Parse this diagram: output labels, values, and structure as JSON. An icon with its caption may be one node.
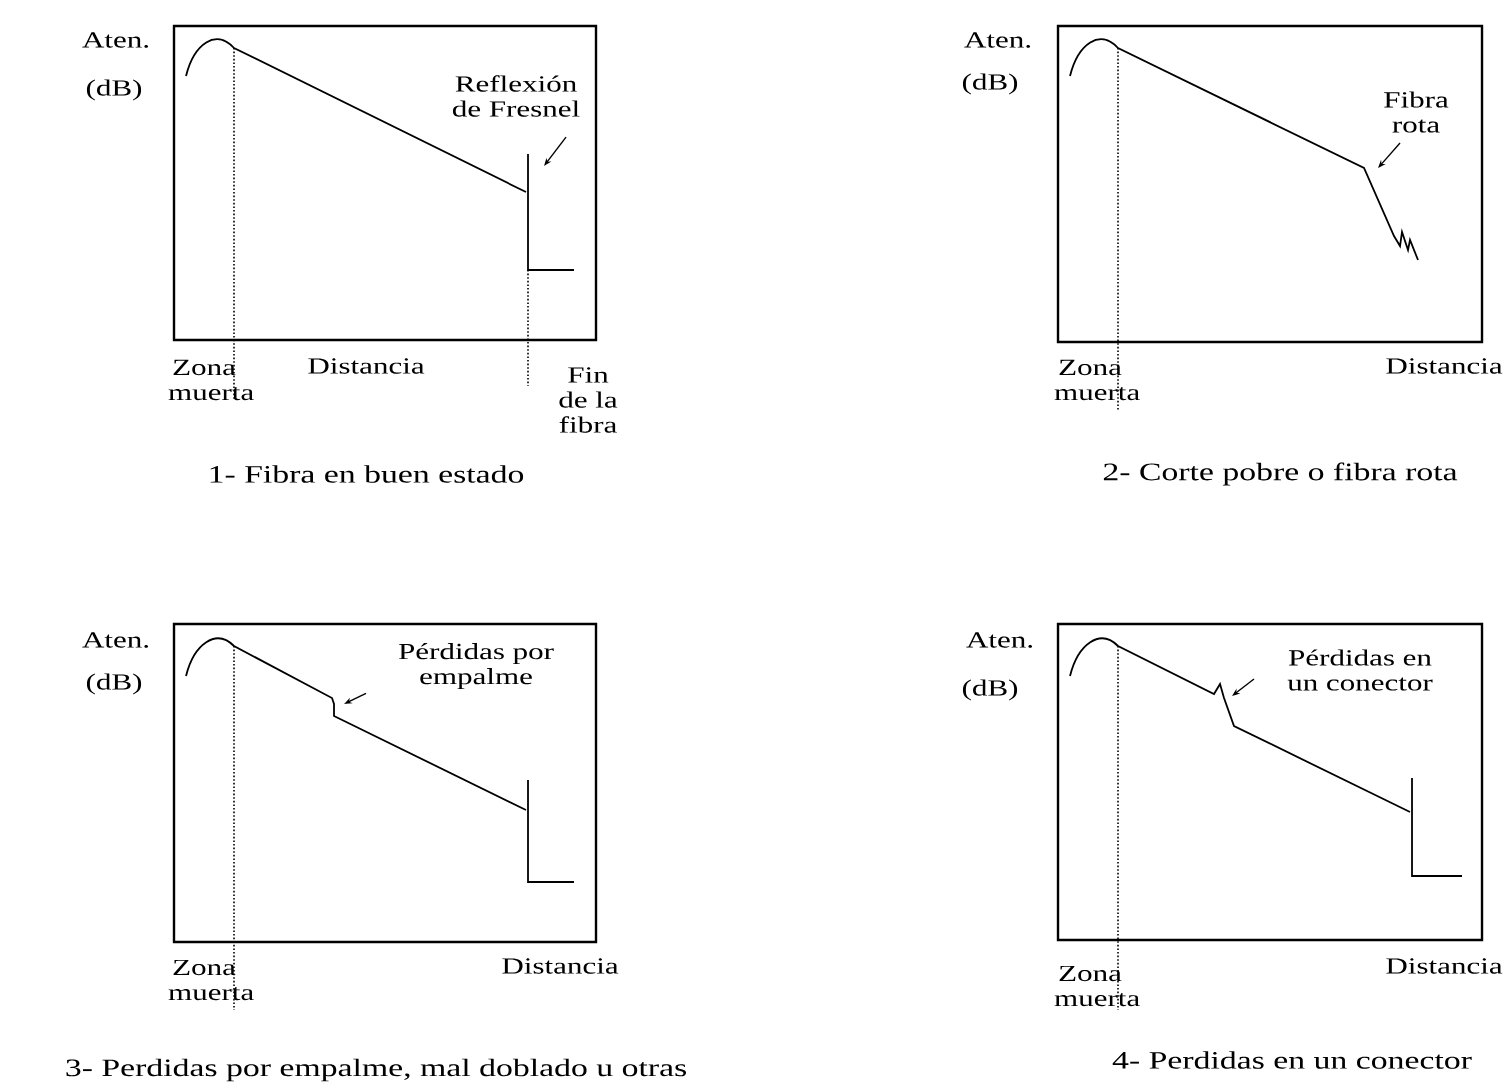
{
  "diagram": {
    "nodes": [
      {
        "text": [
          "Reflexión de Fresnel"
        ]
      },
      {
        "text": [
          "Fibra rota"
        ]
      },
      {
        "text": [
          "Pérdidas por empalme"
        ]
      },
      {
        "text": [
          "Pérdidas en un conector"
        ]
      }
    ],
    "edges": [
      {
        "from": 0,
        "to": null,
        "arrow": "to"
      },
      {
        "from": 1,
        "to": null,
        "arrow": "to"
      },
      {
        "from": 2,
        "to": null,
        "arrow": "to"
      },
      {
        "from": 3,
        "to": null,
        "arrow": "to"
      }
    ],
    "labels": [
      "Aten.",
      "(dB)",
      "Zona muerta",
      "Distancia",
      "Fin de la fibra",
      "1- Fibra en buen estado",
      "Aten.",
      "(dB)",
      "Zona muerta",
      "Distancia",
      "2- Corte pobre o fibra rota",
      "Aten.",
      "(dB)",
      "Zona muerta",
      "Distancia",
      "3- Perdidas por empalme, mal doblado u otras",
      "Aten.",
      "(dB)",
      "Zona muerta",
      "Distancia",
      "4- Perdidas en un conector"
    ]
  }
}
